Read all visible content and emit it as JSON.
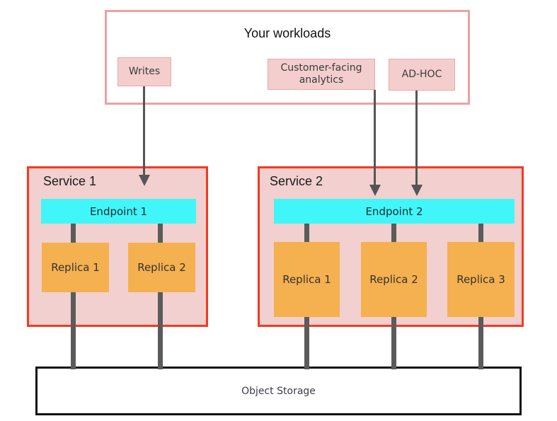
{
  "workloads": {
    "title": "Your workloads",
    "items": [
      {
        "label": "Writes"
      },
      {
        "label": "Customer-facing analytics"
      },
      {
        "label": "AD-HOC"
      }
    ]
  },
  "services": [
    {
      "name": "Service 1",
      "endpoint_label": "Endpoint 1",
      "replicas": [
        {
          "label": "Replica 1"
        },
        {
          "label": "Replica 2"
        }
      ]
    },
    {
      "name": "Service 2",
      "endpoint_label": "Endpoint 2",
      "replicas": [
        {
          "label": "Replica 1"
        },
        {
          "label": "Replica 2"
        },
        {
          "label": "Replica 3"
        }
      ]
    }
  ],
  "storage": {
    "label": "Object Storage"
  },
  "colors": {
    "workloads_border": "#e9a2a2",
    "workload_item_bg": "#f3cecd",
    "workload_item_border": "#eba9a7",
    "service_border": "#f53a21",
    "service_bg": "#f1d0cf",
    "endpoint_bg": "#41f6f8",
    "replica_bg": "#f5b04f",
    "connector": "#5b5b5b",
    "arrow": "#555555",
    "storage_border": "#111111"
  }
}
